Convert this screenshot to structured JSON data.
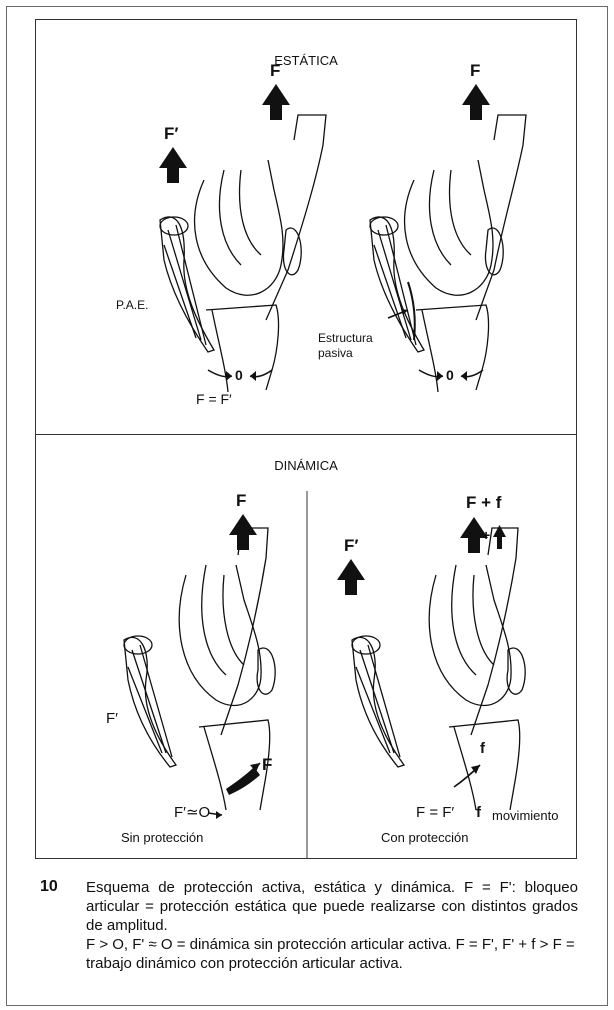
{
  "figure_number": "10",
  "static_panel": {
    "title": "ESTÁTICA",
    "left": {
      "force_top": "F",
      "force_side": "F′",
      "label_pae": "P.A.E.",
      "zero": "0",
      "equation": "F = F′"
    },
    "right": {
      "force_top": "F",
      "passive_label_line1": "Estructura",
      "passive_label_line2": "pasiva",
      "zero": "0"
    }
  },
  "dynamic_panel": {
    "title": "DINÁMICA",
    "left": {
      "force_top": "F",
      "muscle_label": "F′",
      "equation": "F′≃O",
      "moment": "F",
      "caption": "Sin protección"
    },
    "right": {
      "force_top": "F + f",
      "force_plus": "+",
      "force_side": "F′",
      "small_f": "f",
      "equation": "F = F′",
      "movement_f": "f",
      "movement_label": "movimiento",
      "caption": "Con protección"
    }
  },
  "caption": {
    "line1": "Esquema de protección activa, estática y dinámica. F = F': bloqueo articular = protección estática que puede realizarse con distintos grados de amplitud.",
    "line2": "F > O, F' ≈ O = dinámica sin protección articular activa. F = F', F' + f > F = trabajo dinámico con protección articular activa."
  }
}
